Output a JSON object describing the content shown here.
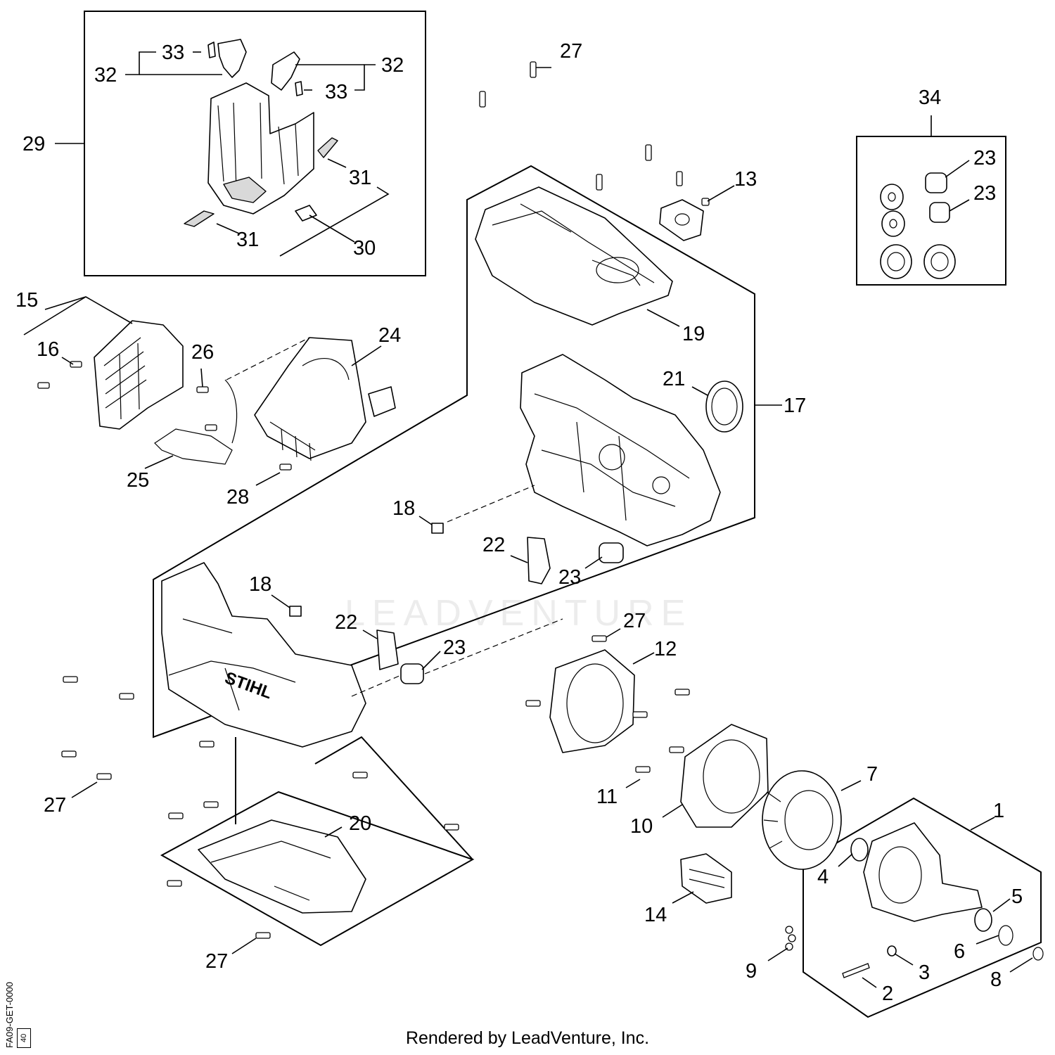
{
  "callouts": [
    {
      "id": "c1",
      "label": "1"
    },
    {
      "id": "c2",
      "label": "2"
    },
    {
      "id": "c3",
      "label": "3"
    },
    {
      "id": "c4",
      "label": "4"
    },
    {
      "id": "c5",
      "label": "5"
    },
    {
      "id": "c6",
      "label": "6"
    },
    {
      "id": "c7",
      "label": "7"
    },
    {
      "id": "c8",
      "label": "8"
    },
    {
      "id": "c9",
      "label": "9"
    },
    {
      "id": "c10",
      "label": "10"
    },
    {
      "id": "c11",
      "label": "11"
    },
    {
      "id": "c12",
      "label": "12"
    },
    {
      "id": "c13",
      "label": "13"
    },
    {
      "id": "c14",
      "label": "14"
    },
    {
      "id": "c15",
      "label": "15"
    },
    {
      "id": "c16",
      "label": "16"
    },
    {
      "id": "c17",
      "label": "17"
    },
    {
      "id": "c18a",
      "label": "18"
    },
    {
      "id": "c18b",
      "label": "18"
    },
    {
      "id": "c19",
      "label": "19"
    },
    {
      "id": "c20",
      "label": "20"
    },
    {
      "id": "c21",
      "label": "21"
    },
    {
      "id": "c22a",
      "label": "22"
    },
    {
      "id": "c22b",
      "label": "22"
    },
    {
      "id": "c23a",
      "label": "23"
    },
    {
      "id": "c23b",
      "label": "23"
    },
    {
      "id": "c23c",
      "label": "23"
    },
    {
      "id": "c23d",
      "label": "23"
    },
    {
      "id": "c24",
      "label": "24"
    },
    {
      "id": "c25",
      "label": "25"
    },
    {
      "id": "c26",
      "label": "26"
    },
    {
      "id": "c27a",
      "label": "27"
    },
    {
      "id": "c27b",
      "label": "27"
    },
    {
      "id": "c27c",
      "label": "27"
    },
    {
      "id": "c27d",
      "label": "27"
    },
    {
      "id": "c28",
      "label": "28"
    },
    {
      "id": "c29",
      "label": "29"
    },
    {
      "id": "c30",
      "label": "30"
    },
    {
      "id": "c31a",
      "label": "31"
    },
    {
      "id": "c31b",
      "label": "31"
    },
    {
      "id": "c32a",
      "label": "32"
    },
    {
      "id": "c32b",
      "label": "32"
    },
    {
      "id": "c33a",
      "label": "33"
    },
    {
      "id": "c33b",
      "label": "33"
    },
    {
      "id": "c34",
      "label": "34"
    }
  ],
  "brand_mark": "STIHL",
  "watermark": "LEADVENTURE",
  "footer": "Rendered by LeadVenture, Inc.",
  "drawing_code": "FA09-GET-0000",
  "sheet_number": "40"
}
